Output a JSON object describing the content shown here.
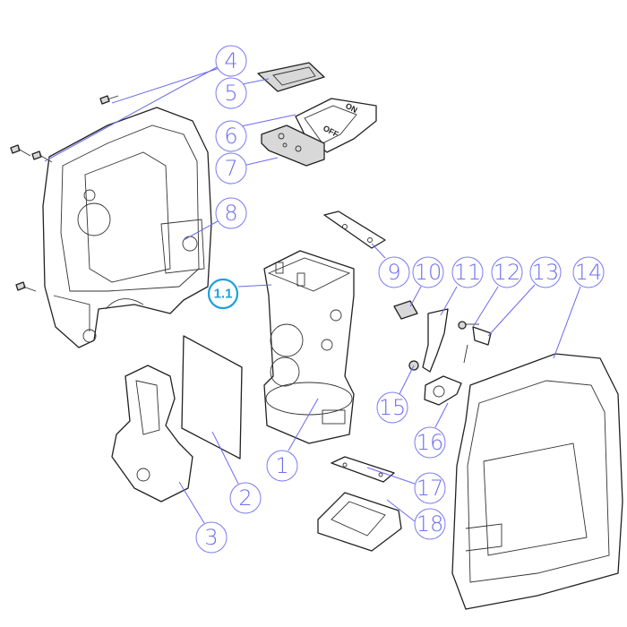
{
  "diagram": {
    "title": "Exploded parts view",
    "callouts": [
      "4",
      "5",
      "6",
      "7",
      "8",
      "9",
      "10",
      "11",
      "12",
      "13",
      "14",
      "1.1",
      "1",
      "2",
      "3",
      "15",
      "16",
      "17",
      "18"
    ],
    "button_labels": {
      "off": "OFF",
      "on": "ON"
    },
    "colors": {
      "callout": "#7070ee",
      "highlight": "#1ea0dc",
      "outline": "#222222"
    }
  }
}
